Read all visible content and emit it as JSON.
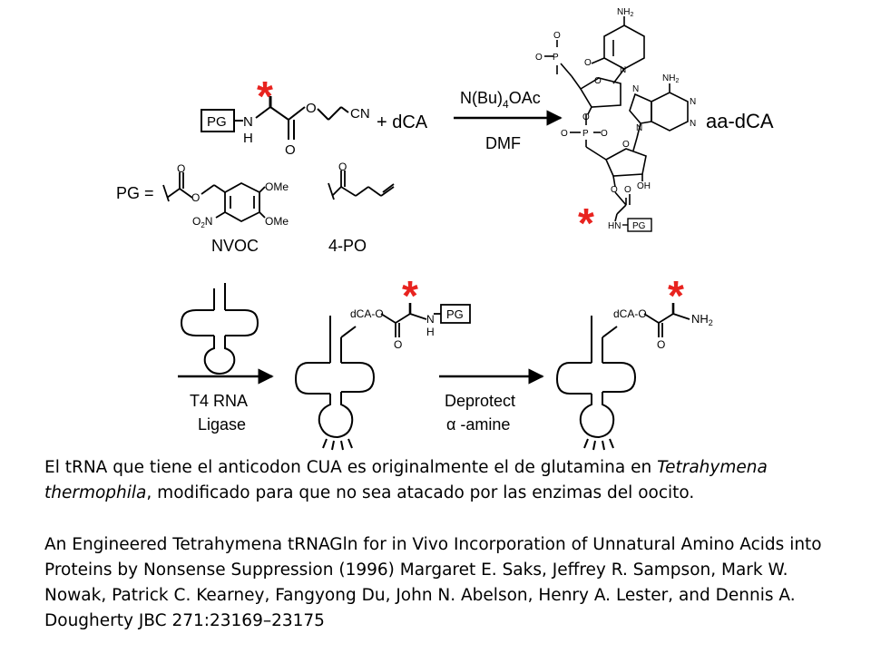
{
  "figure": {
    "reaction_top": {
      "pg_box": "PG",
      "n_label": "N",
      "h_label": "H",
      "o_label": "O",
      "cn_label": "CN",
      "plus_dca": "+ dCA",
      "reagent_above": "N(Bu)4OAc",
      "reagent_above_main": "N(Bu)",
      "reagent_above_sub": "4",
      "reagent_above_tail": "OAc",
      "reagent_below": "DMF",
      "product": "aa-dCA",
      "star": "*"
    },
    "dca_structure": {
      "nh2_top": "NH2",
      "nh2_top_main": "NH",
      "nh2_top_sub": "2",
      "nh2_mid": "NH2",
      "nh2_mid_main": "NH",
      "nh2_mid_sub": "2",
      "n": "N",
      "o": "O",
      "o_minus": "O",
      "p": "P",
      "oh": "OH",
      "hn": "HN",
      "pg_box": "PG"
    },
    "protecting_groups": {
      "pg_eq": "PG =",
      "ome_top": "OMe",
      "ome_bottom": "OMe",
      "o2n": "O2N",
      "o2n_main": "O",
      "o2n_sub": "2",
      "o2n_tail": "N",
      "nvoc": "NVOC",
      "po": "4-PO"
    },
    "ligation": {
      "step1_line1": "T4 RNA",
      "step1_line2": "Ligase",
      "dca_o": "dCA-O",
      "pg_box": "PG",
      "nh": "N",
      "h": "H",
      "o": "O",
      "step2_line1": "Deprotect",
      "step2_line2": "α -amine",
      "dca_o2": "dCA-O",
      "nh2": "NH2",
      "nh2_main": "NH",
      "nh2_sub": "2",
      "o2": "O",
      "star": "*"
    },
    "colors": {
      "star": "#e8231f",
      "ink": "#000000"
    }
  },
  "caption": {
    "p1_a": "El tRNA que tiene el anticodon CUA es originalmente el de glutamina en ",
    "p1_italic1": "Tetrahymena thermophila",
    "p1_b": ", modificado para que no sea atacado por las enzimas del oocito.",
    "p2": "An Engineered Tetrahymena tRNAGln for in Vivo Incorporation of Unnatural Amino Acids into Proteins by Nonsense Suppression (1996)  Margaret E. Saks, Jeffrey R. Sampson, Mark W. Nowak, Patrick C. Kearney, Fangyong Du, John N. Abelson, Henry A. Lester, and Dennis A. Dougherty JBC 271:23169–23175"
  }
}
